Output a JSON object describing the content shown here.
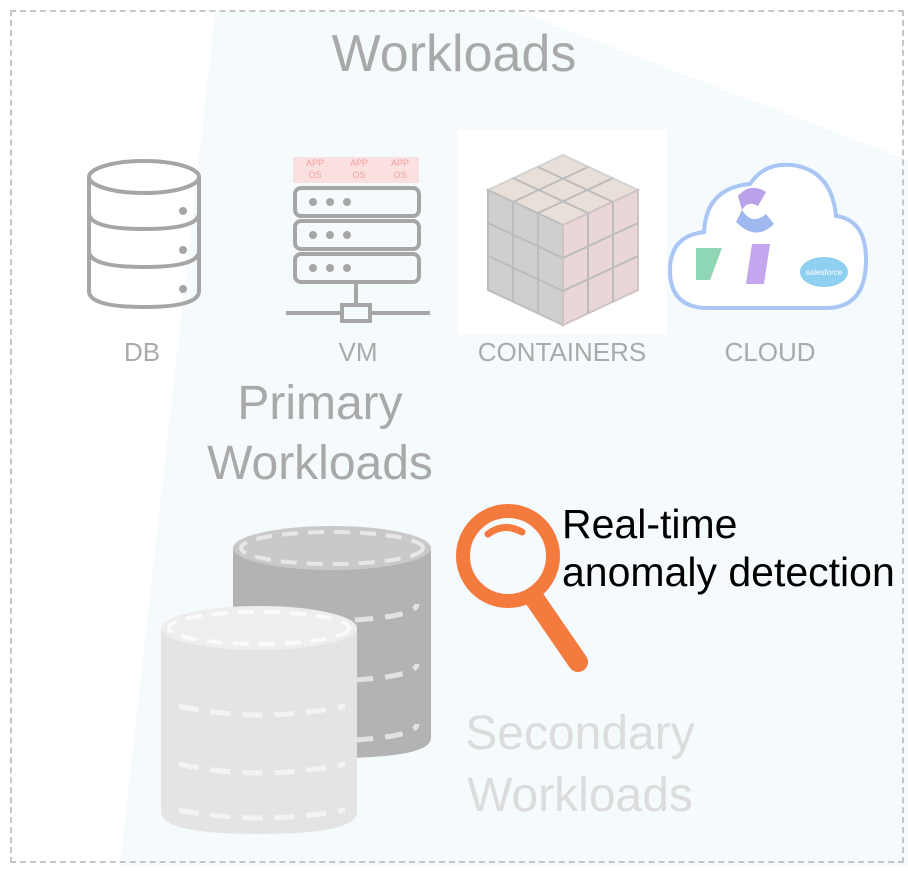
{
  "title": "Workloads",
  "workloads": [
    {
      "label": "DB",
      "icon": "database-icon"
    },
    {
      "label": "VM",
      "icon": "server-icon"
    },
    {
      "label": "CONTAINERS",
      "icon": "containers-cube-icon"
    },
    {
      "label": "CLOUD",
      "icon": "cloud-icon"
    }
  ],
  "vm_badges": [
    {
      "top": "APP",
      "bottom": "OS"
    },
    {
      "top": "APP",
      "bottom": "OS"
    },
    {
      "top": "APP",
      "bottom": "OS"
    }
  ],
  "cloud_logo_text": "salesforce",
  "primary": {
    "line1": "Primary",
    "line2": "Workloads"
  },
  "secondary": {
    "line1": "Secondary",
    "line2": "Workloads"
  },
  "detection": {
    "line1": "Real-time",
    "line2": "anomaly detection",
    "icon": "magnifier-icon"
  },
  "colors": {
    "accent_orange": "#f47a3d",
    "icon_gray": "#a6a6a6",
    "cloud_blue": "#a9c6f5",
    "background_shape": "#f5fafd"
  }
}
